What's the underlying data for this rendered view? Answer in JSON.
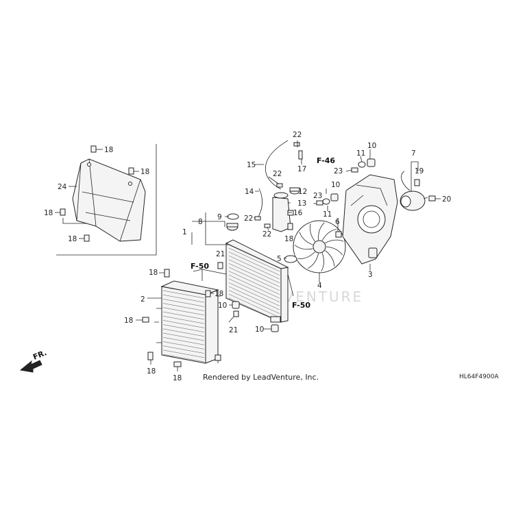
{
  "credit": "Rendered by LeadVenture, Inc.",
  "diagram_code": "HL64F4900A",
  "watermark": "LEADVENTURE",
  "front_marker": "FR.",
  "references": {
    "f46": "F-46",
    "f50_left": "F-50",
    "f50_right": "F-50"
  },
  "callouts": {
    "c1": "1",
    "c2": "2",
    "c3": "3",
    "c4": "4",
    "c5": "5",
    "c6": "6",
    "c7": "7",
    "c8": "8",
    "c9": "9",
    "c10a": "10",
    "c10b": "10",
    "c10c": "10",
    "c10d": "10",
    "c11a": "11",
    "c11b": "11",
    "c12": "12",
    "c13": "13",
    "c14": "14",
    "c15": "15",
    "c16": "16",
    "c17": "17",
    "c18a": "18",
    "c18b": "18",
    "c18c": "18",
    "c18d": "18",
    "c18e": "18",
    "c18f": "18",
    "c18g": "18",
    "c18h": "18",
    "c18i": "18",
    "c18j": "18",
    "c19": "19",
    "c20": "20",
    "c21a": "21",
    "c21b": "21",
    "c22a": "22",
    "c22b": "22",
    "c22c": "22",
    "c22d": "22",
    "c23a": "23",
    "c23b": "23",
    "c24": "24"
  }
}
